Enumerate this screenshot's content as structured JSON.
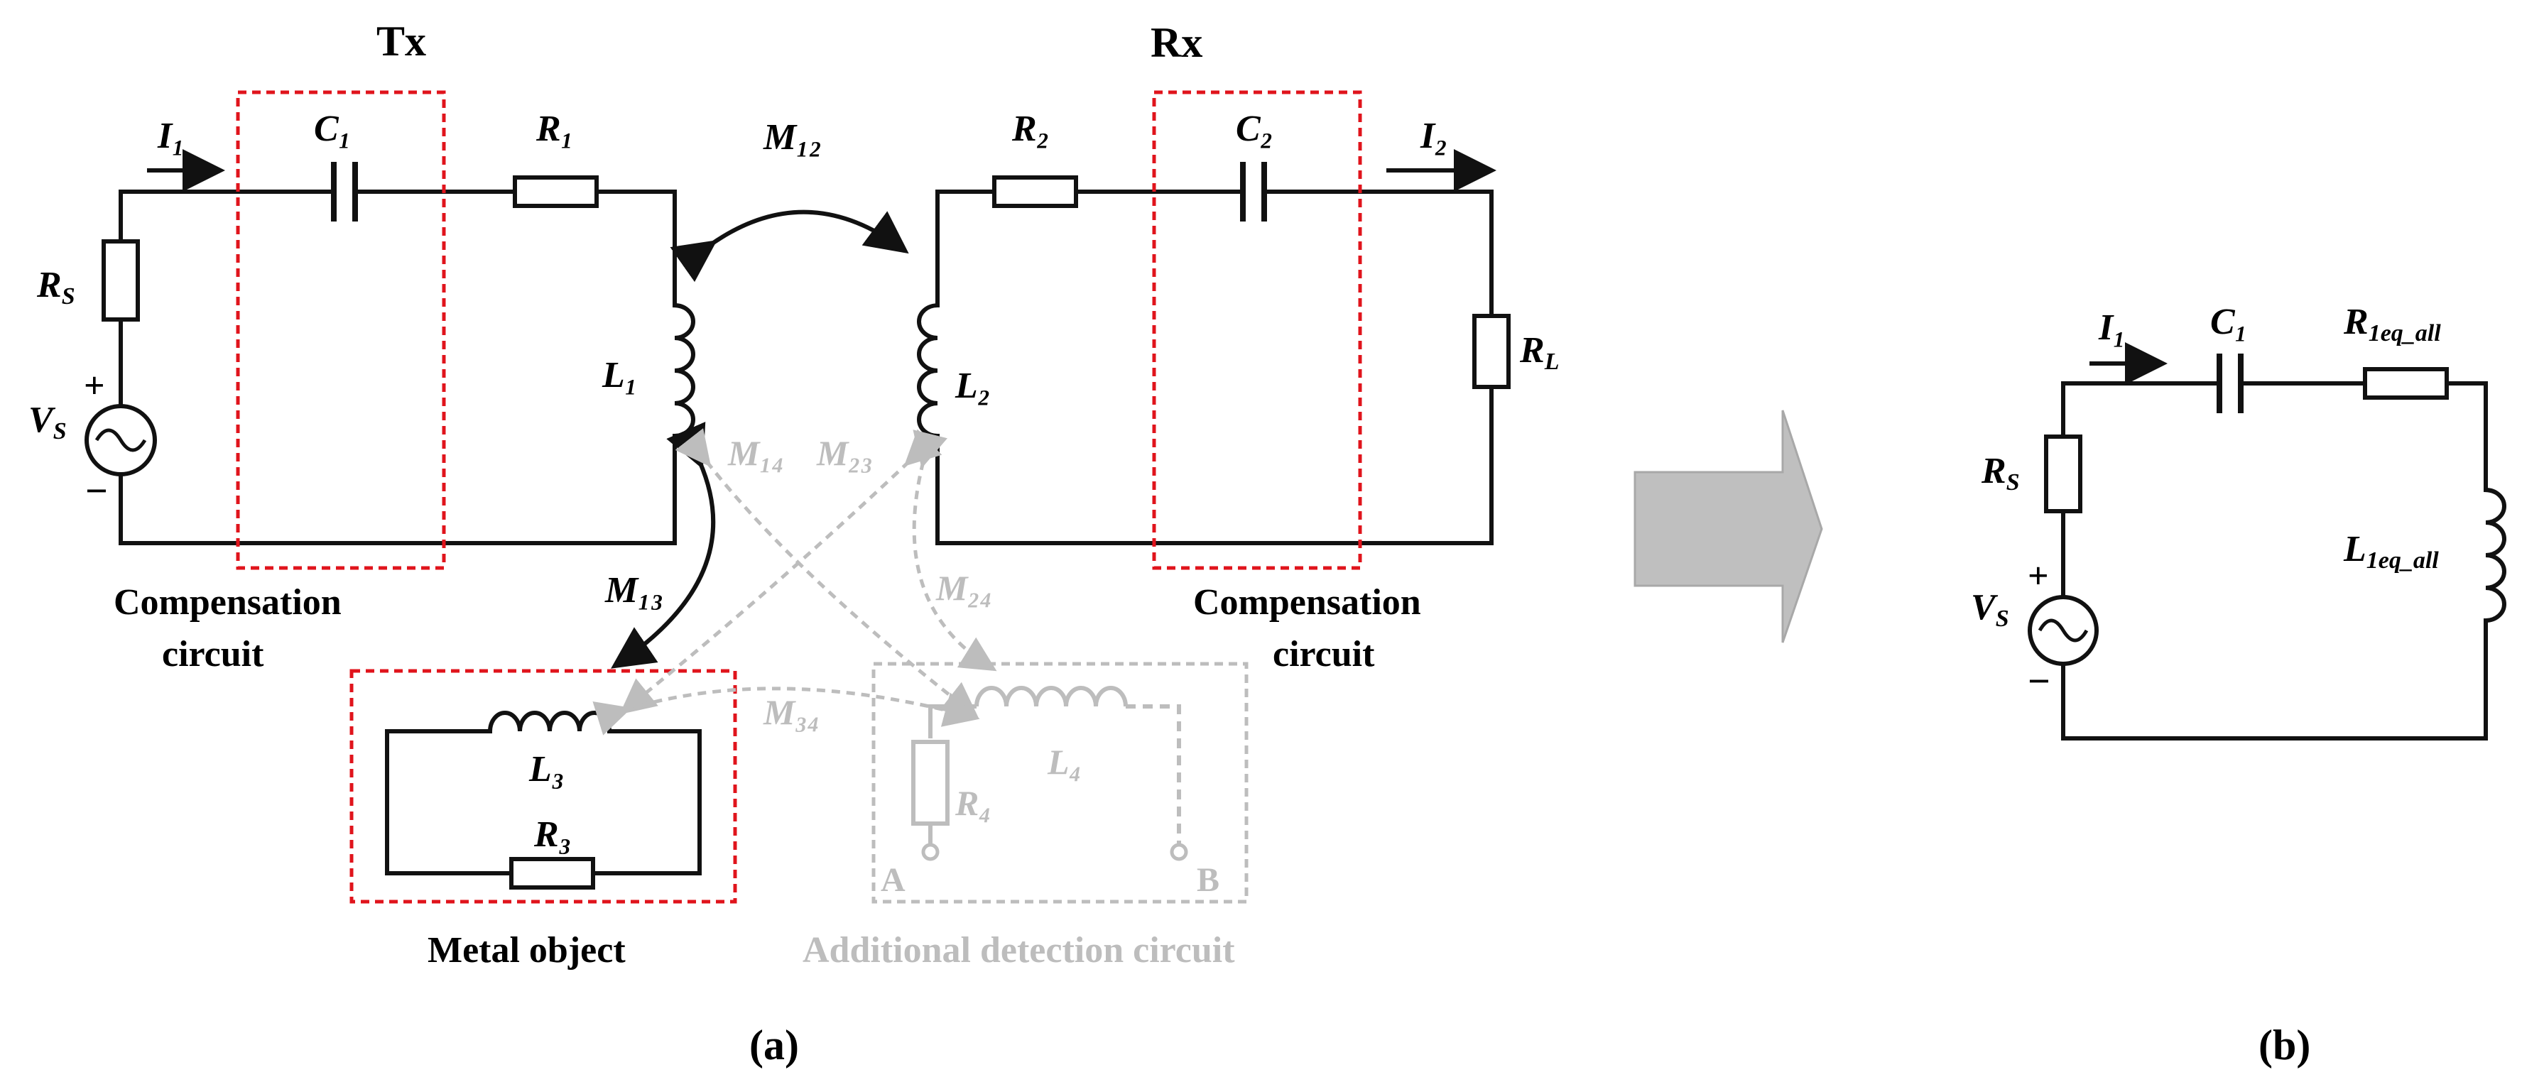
{
  "panel_a": {
    "tx": "Tx",
    "rx": "Rx",
    "i1": "I₁",
    "i2": "I₂",
    "c1": "C₁",
    "c2": "C₂",
    "r1": "R₁",
    "r2": "R₂",
    "rs": "R",
    "rs_sub": "S",
    "vs": "V",
    "vs_sub": "S",
    "l1": "L₁",
    "l2": "L₂",
    "rl": "R",
    "rl_sub": "L",
    "l3": "L₃",
    "r3": "R₃",
    "l4": "L₄",
    "r4": "R₄",
    "m12": "M₁₂",
    "m13": "M₁₃",
    "m14": "M₁₄",
    "m23": "M₂₃",
    "m24": "M₂₄",
    "m34": "M₃₄",
    "comp_left_line1": "Compensation",
    "comp_left_line2": "circuit",
    "comp_right_line1": "Compensation",
    "comp_right_line2": "circuit",
    "metal_object": "Metal object",
    "additional_detection": "Additional detection circuit",
    "terminal_a": "A",
    "terminal_b": "B",
    "plus": "+",
    "minus": "−",
    "caption": "(a)"
  },
  "panel_b": {
    "i1": "I₁",
    "c1": "C₁",
    "r1eq": "R",
    "r1eq_sub": "1eq_all",
    "l1eq": "L",
    "l1eq_sub": "1eq_all",
    "rs": "R",
    "rs_sub": "S",
    "vs": "V",
    "vs_sub": "S",
    "plus": "+",
    "minus": "−",
    "caption": "(b)"
  },
  "colors": {
    "wire": "#111111",
    "highlight_box": "#e0141c",
    "inactive": "#bdbdbd",
    "arrow": "#bfbfbf"
  }
}
